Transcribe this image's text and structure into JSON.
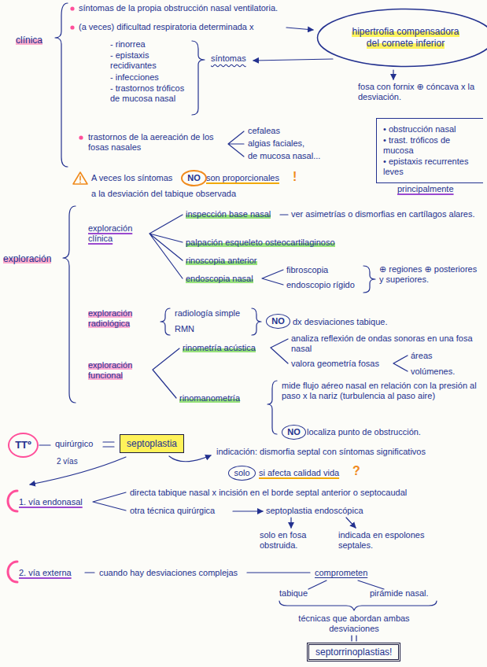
{
  "diagram": {
    "nodes": [
      {
        "text": [
          "hipertrofia compensadora del cornete inferior"
        ]
      },
      {
        "text": [
          "• obstrucción nasal",
          "• trast. tróficos de mucosa",
          "• epistaxis recurrentes leves"
        ]
      },
      {
        "text": [
          "NO"
        ]
      },
      {
        "text": [
          "NO"
        ]
      },
      {
        "text": [
          "NO"
        ]
      },
      {
        "text": [
          "TTº"
        ]
      },
      {
        "text": [
          "septoplastia"
        ]
      },
      {
        "text": [
          "solo"
        ]
      },
      {
        "text": [
          "septorrinoplastias!"
        ]
      }
    ],
    "labels": [
      "clínica",
      "síntomas de la propia obstrucción nasal ventilatoria.",
      "(a veces) dificultad respiratoria determinada x",
      "- rinorrea",
      "- epistaxis recidivantes",
      "- infecciones",
      "- trastornos tróficos de mucosa nasal",
      "síntomas",
      "fosa con fornix ⊕ cóncava x la desviación.",
      "trastornos de la aereación de los fosas nasales",
      "cefaleas",
      "algias faciales,",
      "de mucosa nasal...",
      "principalmente",
      "A veces los síntomas",
      "son proporcionales",
      "a la desviación del tabique observada",
      "!",
      "exploración",
      "exploración clínica",
      "inspección base nasal",
      "ver asimetrías o dismorfias en cartílagos alares.",
      "palpación esqueleto osteocartilaginoso",
      "rinoscopia anterior",
      "endoscopia nasal",
      "fibroscopia",
      "endoscopio rígido",
      "⊕ regiones ⊕ posteriores y superiores.",
      "exploración radiológica",
      "radiología simple",
      "RMN",
      "dx desviaciones tabique.",
      "exploración funcional",
      "rinometría acústica",
      "analiza reflexión de ondas sonoras en una fosa nasal",
      "valora geometría fosas",
      "áreas",
      "volúmenes.",
      "rinomanometría",
      "mide flujo aéreo nasal en relación con la presión al paso x la nariz (turbulencia al paso aire)",
      "localiza punto de obstrucción.",
      "quirúrgico",
      "indicación: dismorfia septal con síntomas significativos",
      "si afecta calidad vida",
      "?",
      "2 vías",
      "1. vía endonasal",
      "directa tabique nasal x incisión en el borde septal anterior o septocaudal",
      "otra técnica quirúrgica",
      "septoplastia endoscópica",
      "solo en fosa obstruida.",
      "indicada en espolones septales.",
      "2. vía externa",
      "cuando hay desviaciones complejas",
      "comprometen",
      "tabique",
      "pirámide nasal.",
      "técnicas que abordan ambas desviaciones"
    ]
  }
}
